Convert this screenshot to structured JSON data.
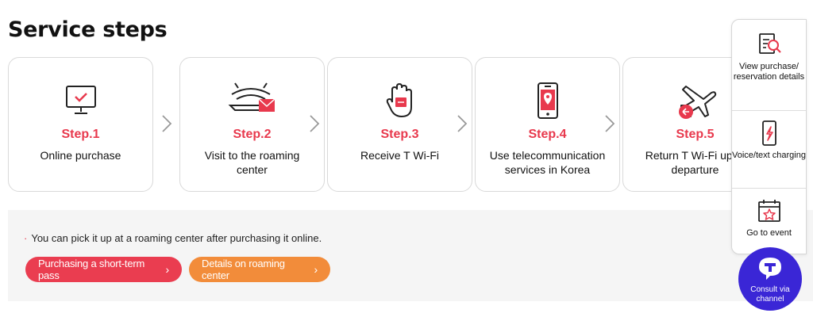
{
  "section": {
    "title": "Service steps"
  },
  "steps": [
    {
      "number": "Step.1",
      "text": "Online purchase",
      "icon": "monitor-check-icon"
    },
    {
      "number": "Step.2",
      "text": "Visit to the roaming center",
      "icon": "router-envelope-icon"
    },
    {
      "number": "Step.3",
      "text": "Receive T Wi-Fi",
      "icon": "hand-device-icon"
    },
    {
      "number": "Step.4",
      "text": "Use telecommunication services in Korea",
      "icon": "phone-location-icon"
    },
    {
      "number": "Step.5",
      "text": "Return T Wi-Fi upon departure",
      "icon": "airplane-return-icon"
    }
  ],
  "info": {
    "note": "You can pick it up at a roaming center after purchasing it online.",
    "buttons": {
      "short_term": "Purchasing a short-term pass",
      "roaming_center": "Details on roaming center"
    }
  },
  "quick_menu": {
    "view_details": "View purchase/ reservation details",
    "voice_charging": "Voice/text charging",
    "event": "Go to event"
  },
  "consult": {
    "label": "Consult via channel"
  },
  "colors": {
    "accent_red": "#e8394d",
    "accent_orange": "#f28c3a",
    "consult_blue": "#3a26d6"
  }
}
